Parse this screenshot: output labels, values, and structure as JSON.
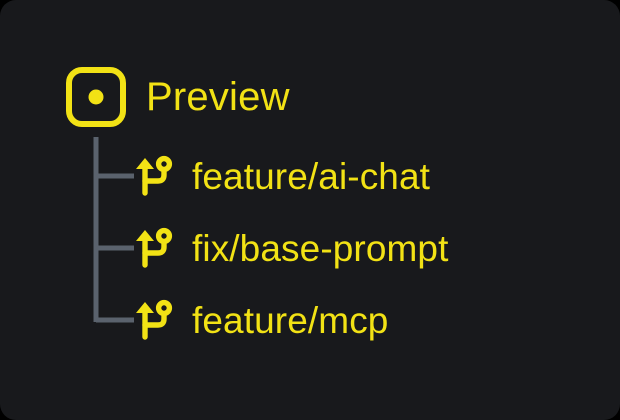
{
  "theme": {
    "outer_background": "#000000",
    "panel_background": "#18191c",
    "accent_yellow": "#F2E215",
    "connector_line": "#5a626d"
  },
  "tree": {
    "root": {
      "label": "Preview",
      "icon": "preview-dot-square-icon"
    },
    "children": [
      {
        "label": "feature/ai-chat",
        "icon": "git-branch-icon"
      },
      {
        "label": "fix/base-prompt",
        "icon": "git-branch-icon"
      },
      {
        "label": "feature/mcp",
        "icon": "git-branch-icon"
      }
    ]
  }
}
